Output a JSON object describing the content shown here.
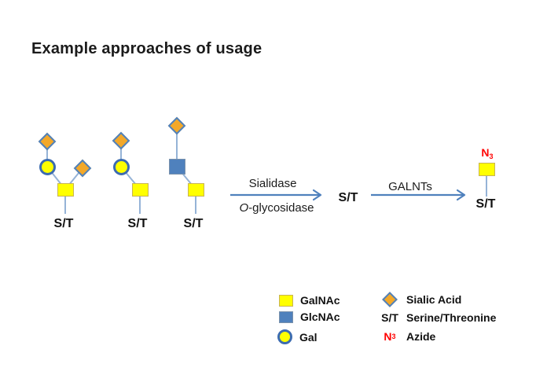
{
  "title": "Example approaches of usage",
  "colors": {
    "sialic_fill": "#F3A829",
    "shape_border_blue": "#4F81BD",
    "gal_fill": "#FFFF00",
    "gal_border": "#3D6CB0",
    "galnac_fill": "#FFFF00",
    "galnac_border": "#C8B454",
    "glcnac_fill": "#4F81BD",
    "glcnac_border": "#7A92AC",
    "connector": "#95B3D7",
    "arrow": "#4F81BD",
    "azide_red": "#FF0000"
  },
  "structures": [
    {
      "nodes": [
        "Sialic Acid",
        "Gal",
        "Sialic Acid",
        "GalNAc"
      ],
      "anchor_label": "S/T"
    },
    {
      "nodes": [
        "Sialic Acid",
        "Gal",
        "GalNAc"
      ],
      "anchor_label": "S/T"
    },
    {
      "nodes": [
        "Sialic Acid",
        "GlcNAc",
        "GalNAc"
      ],
      "anchor_label": "S/T"
    }
  ],
  "reaction": {
    "step1": {
      "enzyme_top": "Sialidase",
      "enzyme_bottom_italic": "O",
      "enzyme_bottom_rest": "-glycosidase"
    },
    "intermediate_label": "S/T",
    "step2": {
      "enzyme_top": "GALNTs"
    },
    "product": {
      "azide_symbol": "N",
      "azide_subscript": "3",
      "node": "GalNAc",
      "anchor_label": "S/T"
    }
  },
  "legend": {
    "galnac_label": "GalNAc",
    "glcnac_label": "GlcNAc",
    "gal_label": "Gal",
    "sialic_label": "Sialic Acid",
    "st_symbol": "S/T",
    "st_label": "Serine/Threonine",
    "azide_symbol": "N",
    "azide_subscript": "3",
    "azide_label": "Azide"
  }
}
